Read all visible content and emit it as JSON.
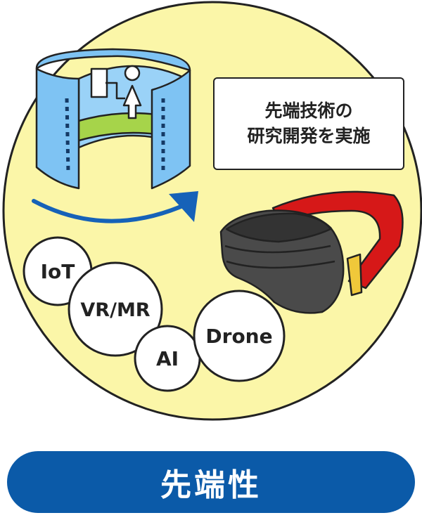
{
  "colors": {
    "circle_fill": "#fbf6a8",
    "screen_blue": "#7ec3f3",
    "screen_green": "#a6d44a",
    "arrow_blue": "#1662b8",
    "headset_gray": "#4a4a4a",
    "strap_red": "#d61818",
    "strap_yellow": "#f0c83a",
    "banner_blue": "#0b5aa8"
  },
  "icons": {
    "screen": "cylindrical-projection-screen-icon",
    "arrow": "curved-arrow-icon",
    "headset": "vr-headset-icon"
  },
  "callout": {
    "line1": "先端技術の",
    "line2": "研究開発を実施"
  },
  "bubbles": [
    "IoT",
    "VR/MR",
    "AI",
    "Drone"
  ],
  "banner": {
    "title": "先端性"
  }
}
